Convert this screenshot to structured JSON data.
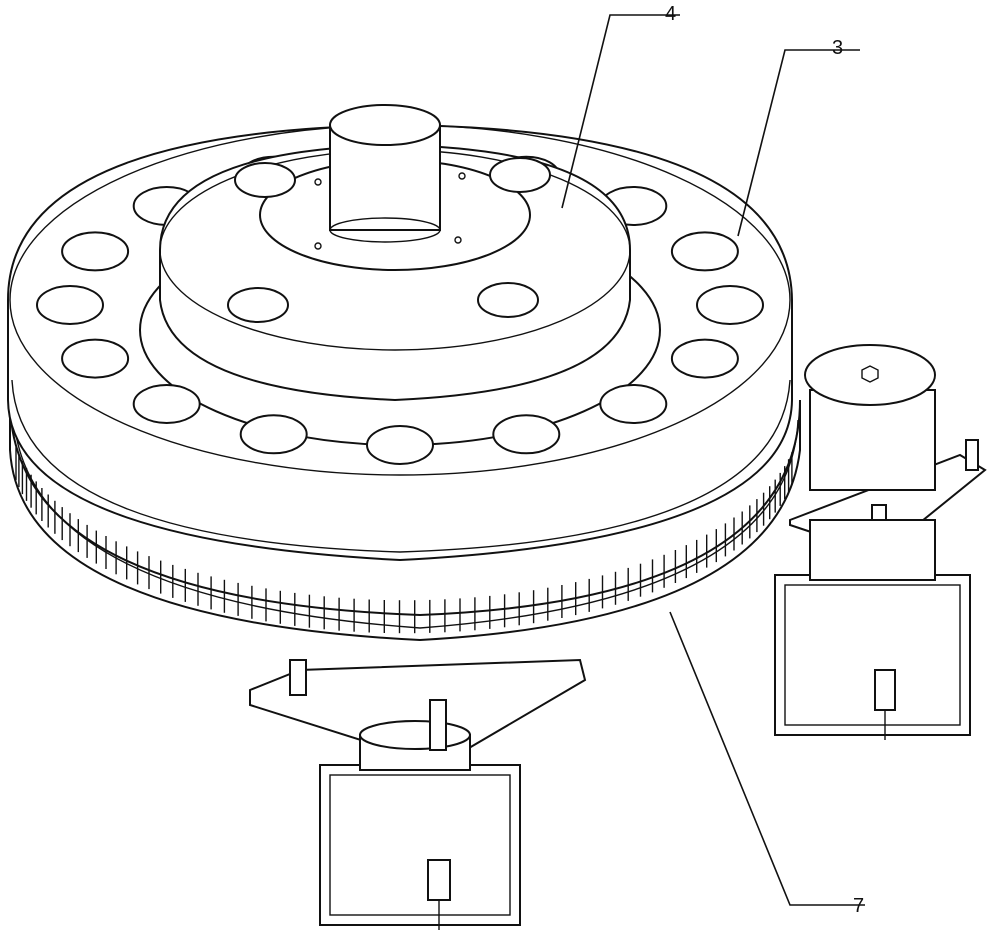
{
  "callouts": {
    "part_4": "4",
    "part_3": "3",
    "part_7": "7"
  }
}
